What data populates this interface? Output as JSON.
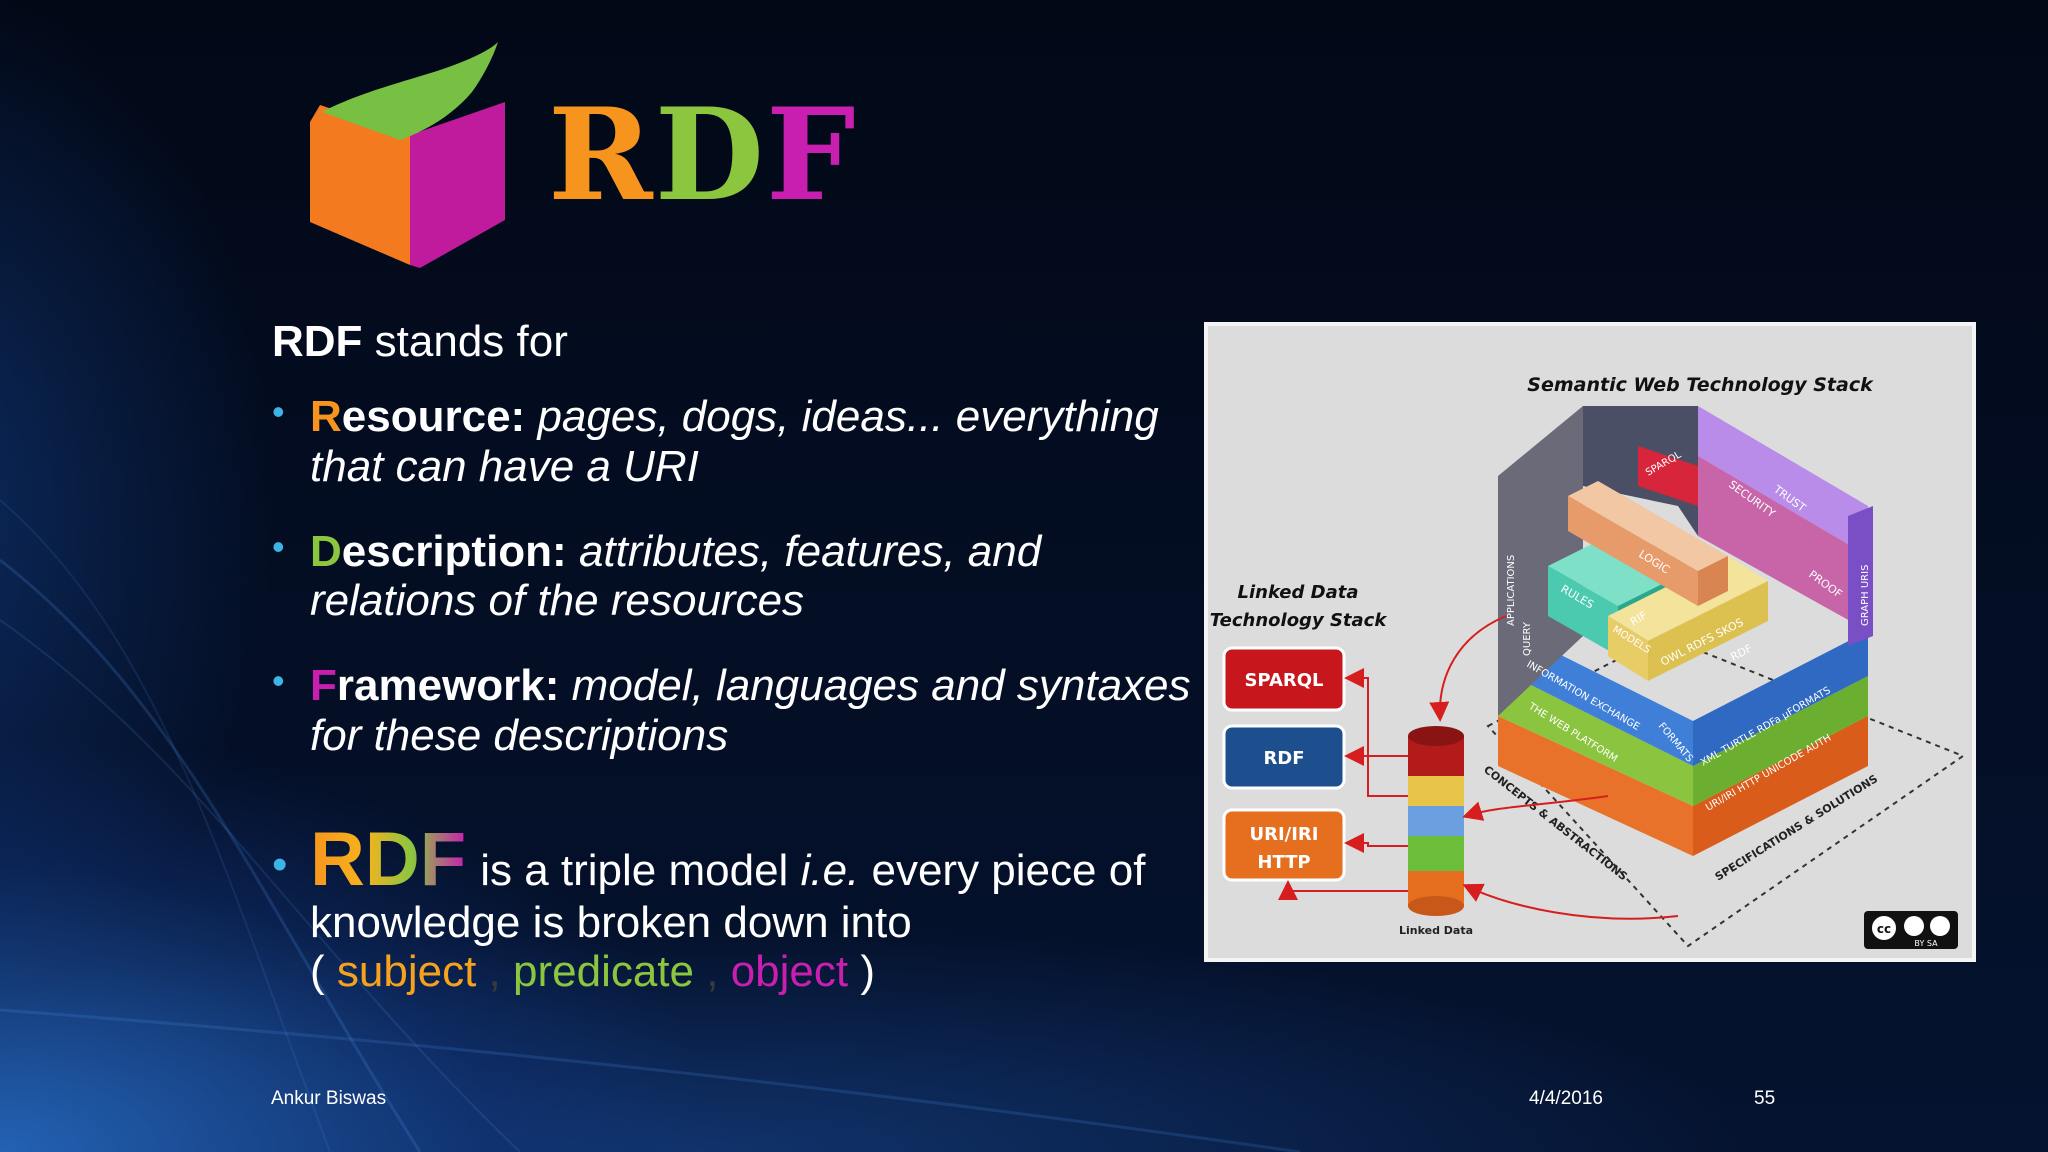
{
  "slide": {
    "title": {
      "r": "R",
      "d": "D",
      "f": "F"
    },
    "intro": {
      "bold": "RDF",
      "rest": " stands for"
    },
    "bullets": [
      {
        "letter": "R",
        "word": "esource:",
        "text": "pages, dogs, ideas... everything that can have a URI",
        "color": "#f7941d"
      },
      {
        "letter": "D",
        "word": "escription:",
        "text": "attributes, features, and relations of the resources",
        "color": "#8cc63f"
      },
      {
        "letter": "F",
        "word": "ramework:",
        "text": "model, languages and syntaxes for these descriptions",
        "color": "#c81fb0"
      }
    ],
    "triple": {
      "big": "RDF",
      "text1": "is a triple model ",
      "ie": "i.e.",
      "text2": " every piece of knowledge is broken down into",
      "open": "( ",
      "subject": "subject",
      "comma1": " , ",
      "predicate": "predicate",
      "comma2": " , ",
      "object": "object",
      "close": " )"
    }
  },
  "figure": {
    "heading": "Semantic Web Technology Stack",
    "left_heading_1": "Linked Data",
    "left_heading_2": "Technology Stack",
    "stack_boxes": [
      "SPARQL",
      "RDF",
      "URI/IRI",
      "HTTP"
    ],
    "cylinder_label": "Linked Data",
    "cube_labels": {
      "trust": "TRUST",
      "proof": "PROOF",
      "security": "SECURITY",
      "sparql": "SPARQL",
      "logic": "LOGIC",
      "rules": "RULES",
      "rif": "RIF",
      "models": "MODELS",
      "owl": "OWL RDFS SKOS",
      "rdf": "RDF",
      "applications": "APPLICATIONS",
      "query": "QUERY",
      "info_exchange": "INFORMATION EXCHANGE",
      "formats": "FORMATS",
      "formats_list": "XML TURTLE RDFa µFORMATS",
      "web_platform": "THE WEB PLATFORM",
      "uri_list": "URI/IRI HTTP UNICODE AUTH",
      "concepts": "CONCEPTS & ABSTRACTIONS",
      "specs": "SPECIFICATIONS & SOLUTIONS",
      "graph_uris": "GRAPH URIS"
    },
    "license": "BY SA"
  },
  "footer": {
    "author": "Ankur Biswas",
    "date": "4/4/2016",
    "page": "55"
  },
  "colors": {
    "orange": "#f7941d",
    "green": "#8cc63f",
    "magenta": "#c81fb0",
    "bullet": "#3db4e8"
  }
}
